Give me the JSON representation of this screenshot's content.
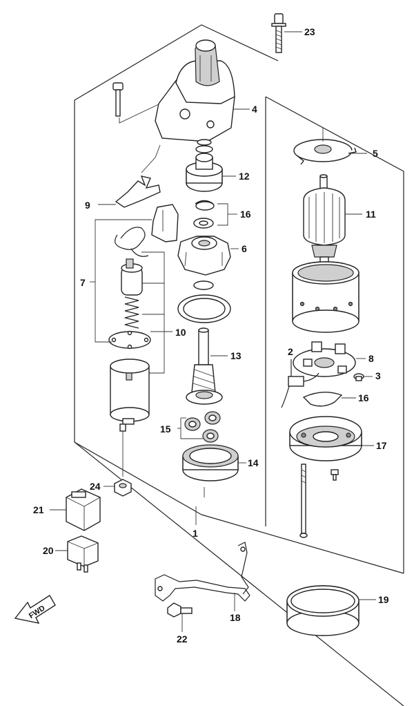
{
  "diagram": {
    "fwd_label": "FWD",
    "callouts": {
      "c1": "1",
      "c2": "2",
      "c3": "3",
      "c4": "4",
      "c5": "5",
      "c6": "6",
      "c7": "7",
      "c8": "8",
      "c9": "9",
      "c10": "10",
      "c11": "11",
      "c12": "12",
      "c13": "13",
      "c14": "14",
      "c15": "15",
      "c16a": "16",
      "c16b": "16",
      "c17": "17",
      "c18": "18",
      "c19": "19",
      "c20": "20",
      "c21": "21",
      "c22": "22",
      "c23": "23",
      "c24": "24"
    }
  }
}
